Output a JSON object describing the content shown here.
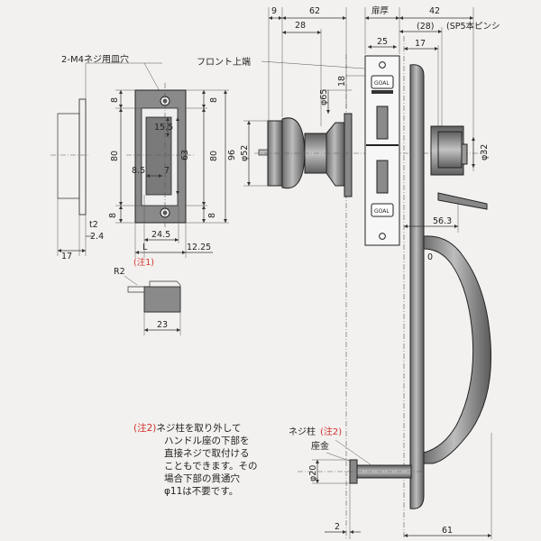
{
  "colors": {
    "accent_red": "#d0312d",
    "line": "#333333",
    "part_fill": "#8a8a8a"
  },
  "top_dims": {
    "d9": "9",
    "d62": "62",
    "door": "扉厚",
    "d42": "42",
    "d28": "28",
    "p28": "(28)",
    "sp5": "(SP5本ピンシ",
    "d25": "25",
    "d17": "17"
  },
  "labels": {
    "screw_holes": "2-M4ネジ用皿穴",
    "front_top": "フロント上端",
    "note1": "(注1)",
    "r2": "R2",
    "screw_post": "ネジ柱",
    "screw_post_note": "(注2)",
    "washer": "座金",
    "brand_top": "GOAL",
    "brand_bottom": "GOAL"
  },
  "strike_dims": {
    "d8a": "8",
    "d8b": "8",
    "d80": "80",
    "d15_5": "15.5",
    "d63": "63",
    "d8_5": "8.5",
    "d7": "7",
    "d80r": "80",
    "d96": "96",
    "d8c": "8",
    "d8d": "8",
    "d24_5": "24.5",
    "L": "L",
    "d12_25": "12.25",
    "t2": "t2",
    "d2_4": "2.4",
    "d17": "17",
    "d23": "23",
    "d18": "18"
  },
  "lock_dims": {
    "phi65": "φ65",
    "phi52": "φ52",
    "phi32": "φ32",
    "d56_3": "56.3",
    "zero": "0",
    "phi20": "φ20",
    "d2": "2",
    "d61": "61"
  },
  "note2": {
    "head": "(注2)",
    "line1": "ネジ柱を取り外して",
    "line2": "ハンドル座の下部を",
    "line3": "直接ネジで取付ける",
    "line4": "こともできます。その",
    "line5": "場合下部の貫通穴",
    "line6": "φ11は不要です。"
  }
}
